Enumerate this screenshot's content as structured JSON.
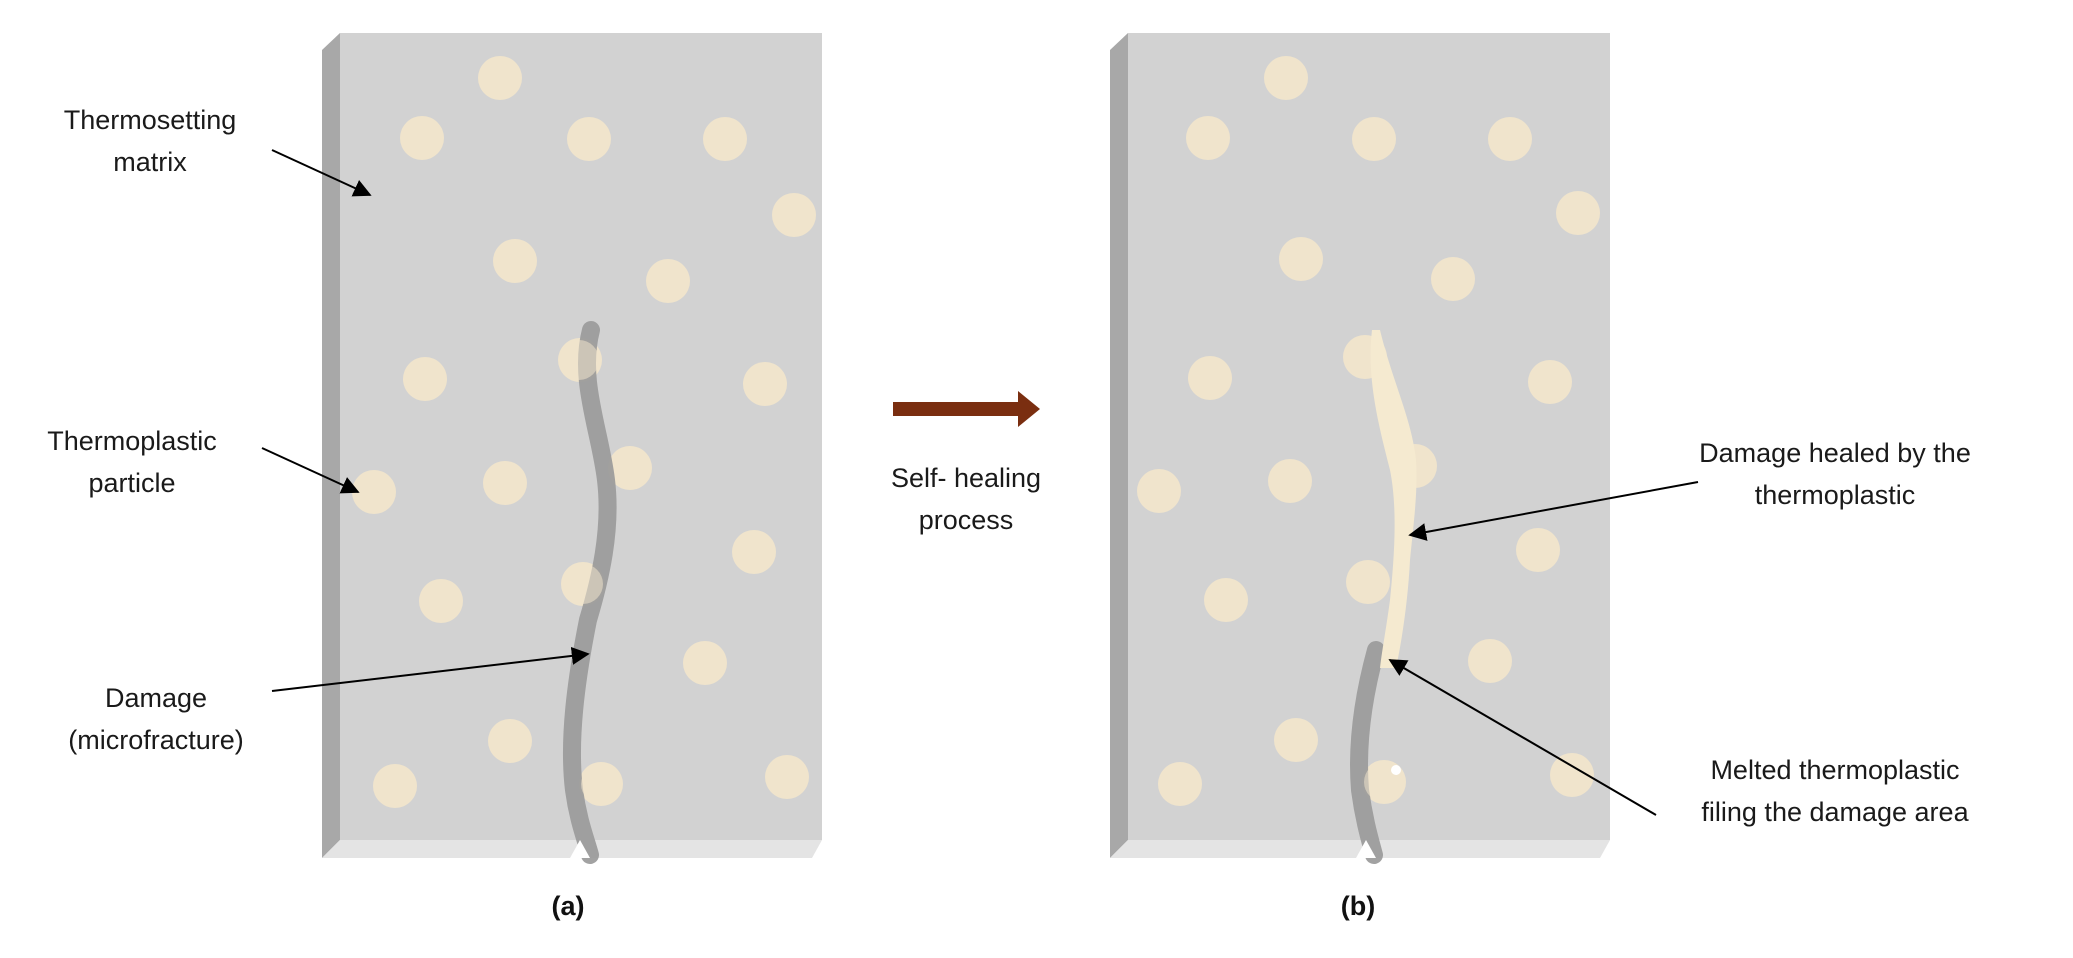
{
  "diagram": {
    "labels": {
      "thermosetting_line1": "Thermosetting",
      "thermosetting_line2": "matrix",
      "thermoplastic_line1": "Thermoplastic",
      "thermoplastic_line2": "particle",
      "damage_line1": "Damage",
      "damage_line2": "(microfracture)",
      "process_line1": "Self- healing",
      "process_line2": "process",
      "healed_line1": "Damage healed by the",
      "healed_line2": "thermoplastic",
      "melted_line1": "Melted thermoplastic",
      "melted_line2": "filing the damage area"
    },
    "captions": {
      "a": "(a)",
      "b": "(b)"
    },
    "colors": {
      "matrix": "#d2d2d2",
      "matrix_side": "#a8a8a8",
      "matrix_bottom": "#e4e4e4",
      "particle": "#f0e4cc",
      "crack": "#9a9a9a",
      "healed": "#f5ead0",
      "arrow_process": "#7a2e10"
    }
  }
}
